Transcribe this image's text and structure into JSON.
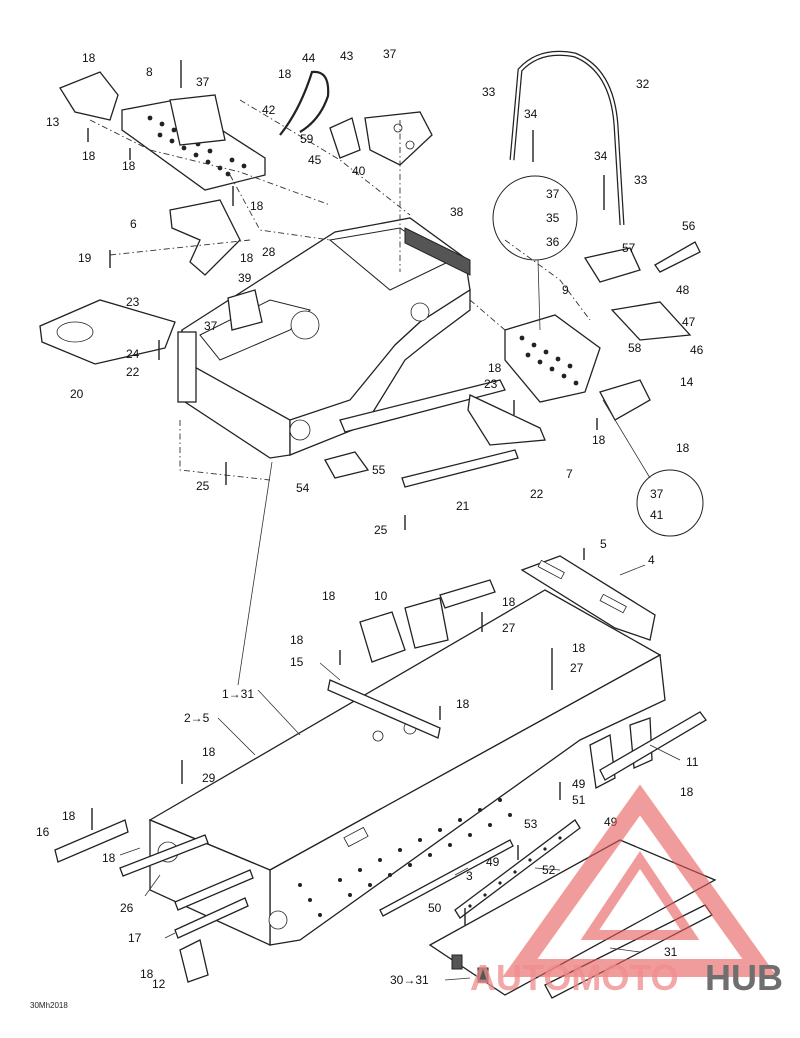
{
  "diagram": {
    "figure_code": "30Mh2018",
    "labels": [
      "1→31",
      "2→5",
      "3",
      "4",
      "5",
      "6",
      "7",
      "8",
      "9",
      "10",
      "11",
      "12",
      "13",
      "14",
      "15",
      "16",
      "17",
      "18",
      "19",
      "20",
      "21",
      "22",
      "23",
      "24",
      "25",
      "26",
      "27",
      "28",
      "29",
      "30→31",
      "31",
      "32",
      "33",
      "34",
      "35",
      "36",
      "37",
      "38",
      "39",
      "40",
      "41",
      "42",
      "43",
      "44",
      "45",
      "46",
      "47",
      "48",
      "49",
      "50",
      "51",
      "52",
      "53",
      "54",
      "55",
      "56",
      "57",
      "58",
      "59"
    ]
  },
  "watermark": {
    "brand_left": "AUTOMOTO",
    "brand_right": "HUB",
    "color_brand": "#e85a5a",
    "color_dark": "#6f6f6f"
  }
}
